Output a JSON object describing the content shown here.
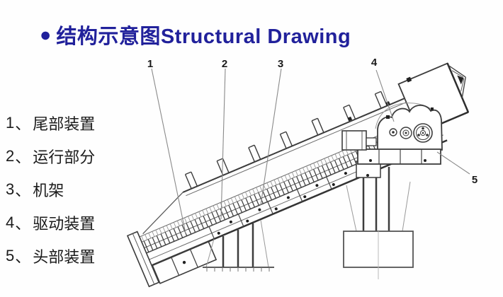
{
  "colors": {
    "title": "#21219b",
    "ink": "#1a1a1a",
    "line_dark": "#3c3c3c",
    "line_light": "#9a9a9a"
  },
  "title": {
    "bullet": "●",
    "text": "结构示意图Structural Drawing"
  },
  "legend": {
    "separator": "、",
    "items": [
      {
        "num": "1",
        "label": "尾部装置"
      },
      {
        "num": "2",
        "label": "运行部分"
      },
      {
        "num": "3",
        "label": "机架"
      },
      {
        "num": "4",
        "label": "驱动装置"
      },
      {
        "num": "5",
        "label": "头部装置"
      }
    ]
  },
  "diagram": {
    "description": "结构示意图 - 倾斜刮板输送机",
    "callouts": [
      {
        "num": "1"
      },
      {
        "num": "2"
      },
      {
        "num": "3"
      },
      {
        "num": "4"
      },
      {
        "num": "5"
      }
    ]
  }
}
